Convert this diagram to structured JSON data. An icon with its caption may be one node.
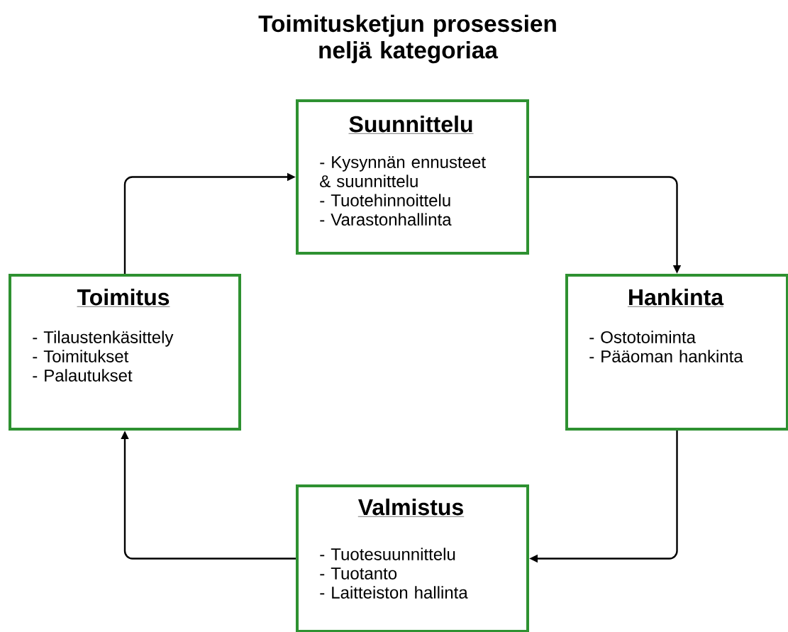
{
  "diagram": {
    "title": "Toimitusketjun prosessien neljä kategoriaa",
    "nodes": [
      {
        "text": [
          "Suunnittelu",
          "- Kysynnän ennusteet & suunnittelu",
          "- Tuotehinnoittelu",
          "- Varastonhallinta"
        ]
      },
      {
        "text": [
          "Toimitus",
          "- Tilaustenkäsittely",
          "- Toimitukset",
          "- Palautukset"
        ]
      },
      {
        "text": [
          "Hankinta",
          "- Ostotoiminta",
          "- Pääoman hankinta"
        ]
      },
      {
        "text": [
          "Valmistus",
          "- Tuotesuunnittelu",
          "- Tuotanto",
          "- Laitteiston hallinta"
        ]
      }
    ],
    "edges": [
      {
        "from": 1,
        "to": 0,
        "arrow": "to"
      },
      {
        "from": 0,
        "to": 2,
        "arrow": "to"
      },
      {
        "from": 2,
        "to": 3,
        "arrow": "to"
      },
      {
        "from": 3,
        "to": 1,
        "arrow": "to"
      }
    ]
  }
}
